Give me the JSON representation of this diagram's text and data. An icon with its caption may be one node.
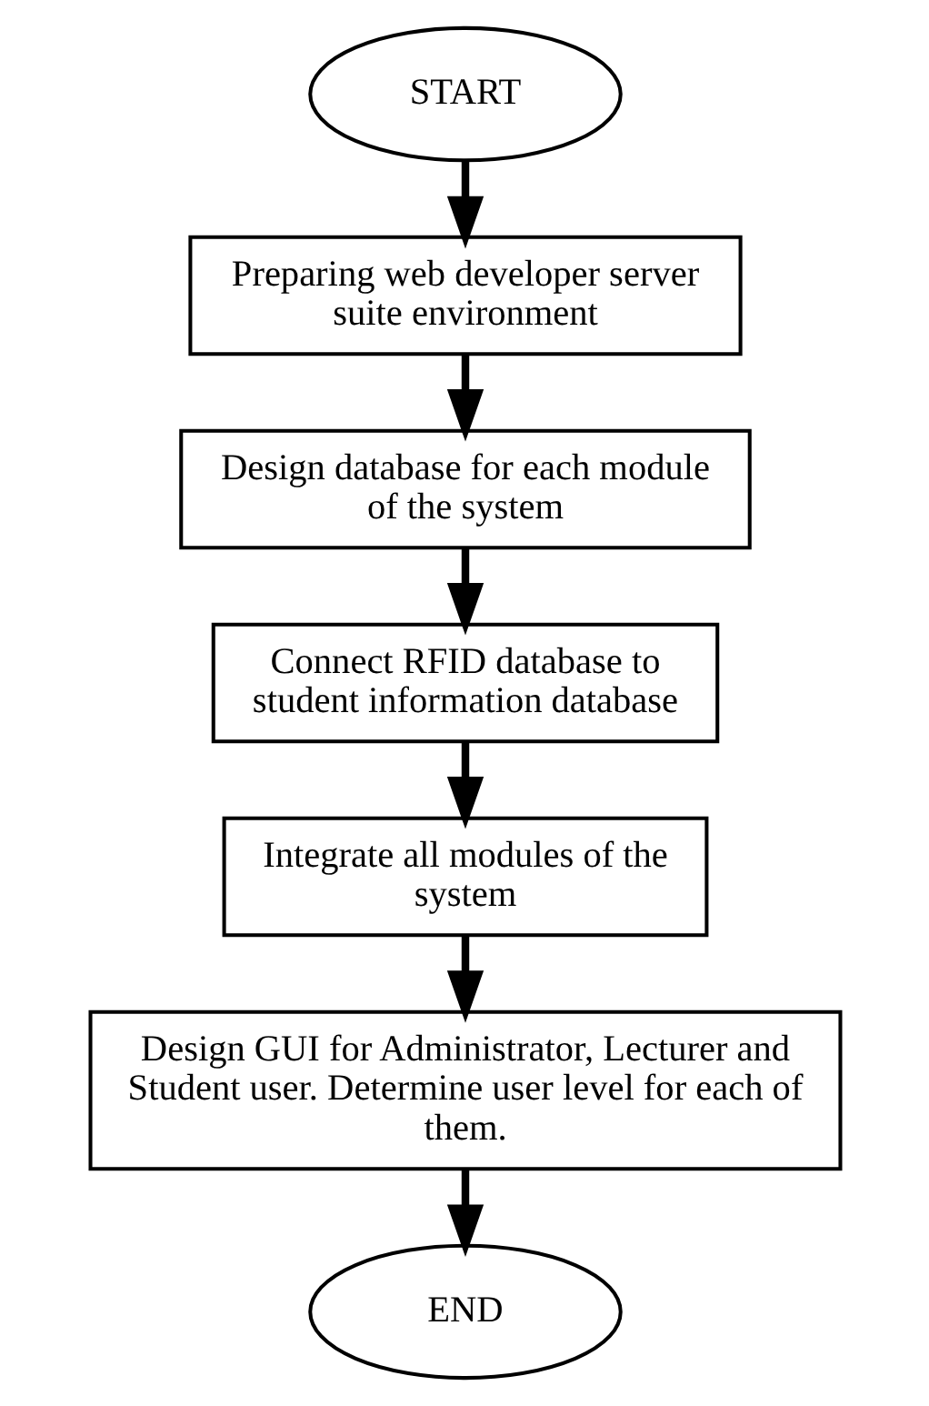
{
  "diagram": {
    "nodes": [
      {
        "text": [
          "START"
        ]
      },
      {
        "text": [
          "Preparing web developer server suite environment"
        ]
      },
      {
        "text": [
          "Design database for each module of the system"
        ]
      },
      {
        "text": [
          "Connect RFID database to student information database"
        ]
      },
      {
        "text": [
          "Integrate all modules of the system"
        ]
      },
      {
        "text": [
          "Design GUI for Administrator, Lecturer and Student user. Determine user level for each of them."
        ]
      },
      {
        "text": [
          "END"
        ]
      }
    ],
    "edges": [
      {
        "from": 0,
        "to": 1,
        "arrow": "to"
      },
      {
        "from": 1,
        "to": 2,
        "arrow": "to"
      },
      {
        "from": 2,
        "to": 3,
        "arrow": "to"
      },
      {
        "from": 3,
        "to": 4,
        "arrow": "to"
      },
      {
        "from": 4,
        "to": 5,
        "arrow": "to"
      },
      {
        "from": 5,
        "to": 6,
        "arrow": "to"
      }
    ]
  }
}
